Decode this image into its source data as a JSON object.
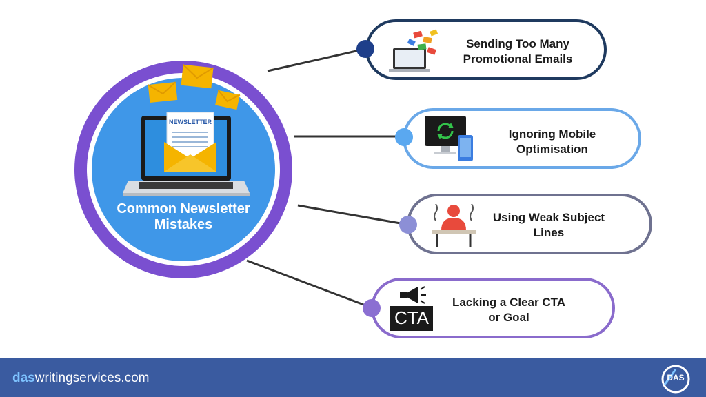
{
  "hub": {
    "title_line1": "Common Newsletter",
    "title_line2": "Mistakes",
    "newsletter_label": "NEWSLETTER"
  },
  "items": [
    {
      "line1": "Sending Too Many",
      "line2": "Promotional Emails",
      "icon": "laptop-emails-icon",
      "dot_color": "#1e3f8a",
      "border_color": "#1f3a5f"
    },
    {
      "line1": "Ignoring Mobile",
      "line2": "Optimisation",
      "icon": "monitor-phone-sync-icon",
      "dot_color": "#5aa8f0",
      "border_color": "#6aa8e8"
    },
    {
      "line1": "Using Weak Subject",
      "line2": "Lines",
      "icon": "frustrated-person-icon",
      "dot_color": "#8c8fd6",
      "border_color": "#6f7290"
    },
    {
      "line1": "Lacking a Clear CTA",
      "line2": "or Goal",
      "icon": "cta-megaphone-icon",
      "cta_text": "CTA",
      "dot_color": "#8b6fd2",
      "border_color": "#8a6bcc"
    }
  ],
  "footer": {
    "brand_accent": "das",
    "brand_rest": "writingservices.com",
    "logo_text": "DAS"
  },
  "colors": {
    "hub_outer": "#7a4fd0",
    "hub_inner": "#3f97e8",
    "footer_bg": "#3a5ba0"
  }
}
